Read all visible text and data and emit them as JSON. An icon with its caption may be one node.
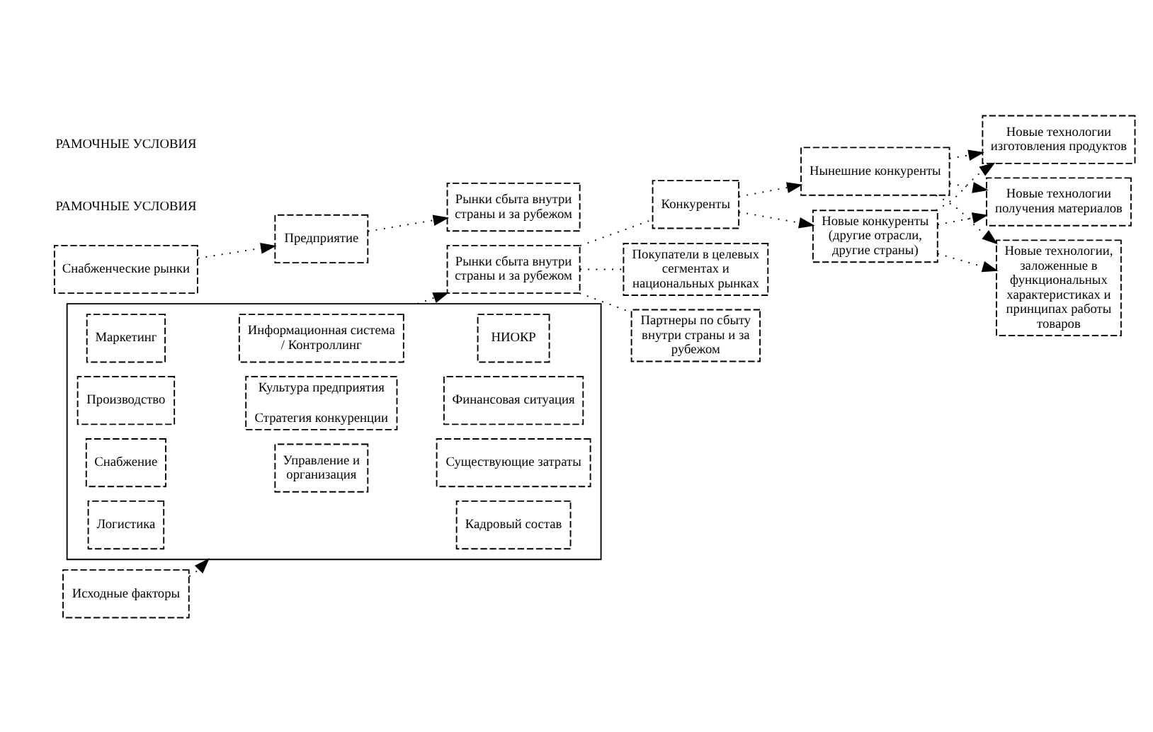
{
  "diagram": {
    "nodes": [
      {
        "text": [
          "Снабженческие рынки"
        ]
      },
      {
        "text": [
          "Предприятие"
        ]
      },
      {
        "text": [
          "Рынки сбыта внутри страны и за рубежом"
        ]
      },
      {
        "text": [
          "Исходные факторы"
        ]
      },
      {
        "text": [],
        "shape": "box"
      },
      {
        "text": [
          "Информационная система / Контроллинг"
        ],
        "in": 4
      },
      {
        "text": [
          "Маркетинг"
        ],
        "in": 4
      },
      {
        "text": [
          "Производство"
        ],
        "in": 4
      },
      {
        "text": [
          "Снабжение"
        ],
        "in": 4
      },
      {
        "text": [
          "Логистика"
        ],
        "in": 4
      },
      {
        "text": [
          "Культура предприятия",
          "Стратегия конкуренции"
        ],
        "in": 4
      },
      {
        "text": [
          "НИОКР"
        ],
        "in": 4
      },
      {
        "text": [
          "Финансовая ситуация"
        ],
        "in": 4
      },
      {
        "text": [
          "Существующие затраты"
        ],
        "in": 4
      },
      {
        "text": [
          "Кадровый состав"
        ],
        "in": 4
      },
      {
        "text": [
          "Управление и организация"
        ],
        "in": 4
      },
      {
        "text": [
          "Рынки сбыта внутри страны и за рубежом"
        ]
      },
      {
        "text": [
          "Конкуренты"
        ]
      },
      {
        "text": [
          "Покупатели в целевых сегментах и национальных рынках"
        ]
      },
      {
        "text": [
          "Партнеры по сбыту внутри страны и за рубежом"
        ]
      },
      {
        "text": [
          "Нынешние конкуренты"
        ]
      },
      {
        "text": [
          "Новые конкуренты (другие отрасли, другие страны)"
        ]
      },
      {
        "text": [
          "Новые технологии изготовления продуктов"
        ]
      },
      {
        "text": [
          "Новые технологии получения материалов"
        ]
      },
      {
        "text": [
          "Новые технологии, заложенные в функциональных характеристиках и принципах работы товаров"
        ]
      }
    ],
    "edges": [
      {
        "from": 0,
        "to": 1,
        "arrow": "to"
      },
      {
        "from": 1,
        "to": 2,
        "arrow": "to"
      },
      {
        "from": 3,
        "to": 4,
        "arrow": "to"
      },
      {
        "from": 4,
        "to": 16,
        "arrow": "to"
      },
      {
        "from": 16,
        "to": 17,
        "arrow": "none"
      },
      {
        "from": 16,
        "to": 18,
        "arrow": "none"
      },
      {
        "from": 16,
        "to": 19,
        "arrow": "none"
      },
      {
        "from": 17,
        "to": 20,
        "arrow": "to"
      },
      {
        "from": 17,
        "to": 21,
        "arrow": "to"
      },
      {
        "from": 20,
        "to": 22,
        "arrow": "to"
      },
      {
        "from": 20,
        "to": 23,
        "arrow": "to"
      },
      {
        "from": 20,
        "to": 24,
        "arrow": "to"
      },
      {
        "from": 21,
        "to": 22,
        "arrow": "to"
      },
      {
        "from": 21,
        "to": 23,
        "arrow": "to"
      },
      {
        "from": 21,
        "to": 24,
        "arrow": "to"
      }
    ],
    "labels": [
      "РАМОЧНЫЕ УСЛОВИЯ",
      "РАМОЧНЫЕ УСЛОВИЯ"
    ]
  }
}
